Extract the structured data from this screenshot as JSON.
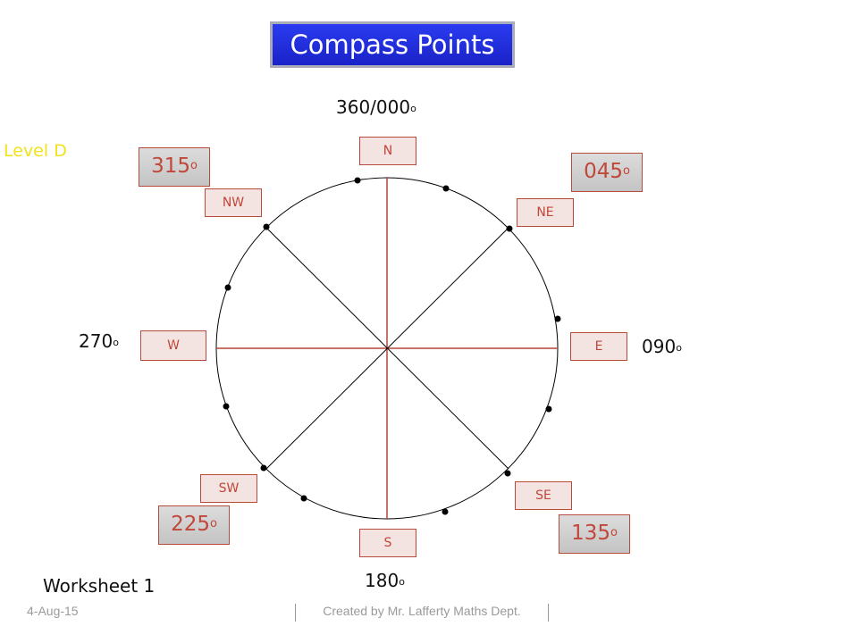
{
  "title": "Compass Points",
  "level": "Level D",
  "worksheet": "Worksheet 1",
  "footer": {
    "date": "4-Aug-15",
    "credit": "Created by Mr. Lafferty Maths Dept."
  },
  "colors": {
    "title_bg": "#2a3cf0",
    "label_red": "#c0473a",
    "line_red": "#b5473a",
    "level_yellow": "#f2e21a"
  },
  "compass": {
    "points": [
      {
        "abbr": "N"
      },
      {
        "abbr": "NE"
      },
      {
        "abbr": "E"
      },
      {
        "abbr": "SE"
      },
      {
        "abbr": "S"
      },
      {
        "abbr": "SW"
      },
      {
        "abbr": "W"
      },
      {
        "abbr": "NW"
      }
    ],
    "cardinal_bearings": {
      "north": "360/000",
      "east": "090",
      "south": "180",
      "west": "270"
    },
    "intercardinal_bearings": {
      "ne": "045",
      "se": "135",
      "sw": "225",
      "nw": "315"
    },
    "degree_symbol": "o"
  }
}
